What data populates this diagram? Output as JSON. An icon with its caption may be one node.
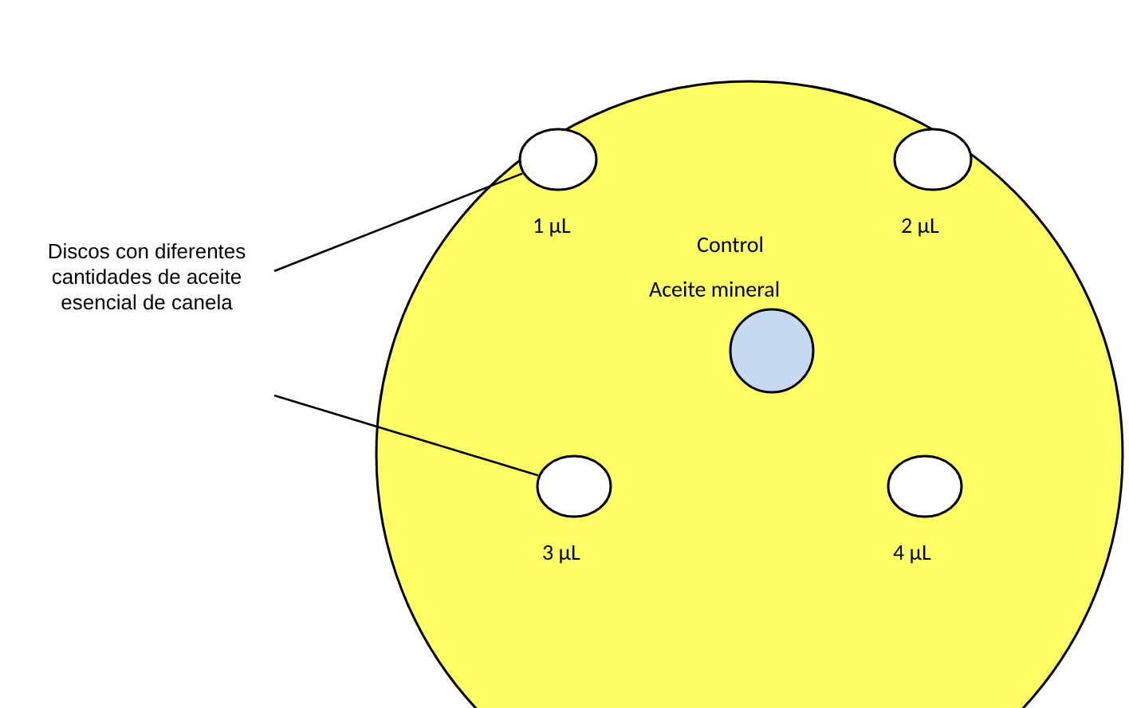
{
  "diagram": {
    "nodes": [
      {
        "text": [
          "Discos con diferentes cantidades de aceite esencial de canela"
        ]
      },
      {
        "text": [],
        "shape": "circle"
      },
      {
        "text": [],
        "shape": "circle",
        "in": 1,
        "beside": [
          "1 μL"
        ]
      },
      {
        "text": [],
        "shape": "circle",
        "in": 1,
        "beside": [
          "2 μL"
        ]
      },
      {
        "text": [],
        "shape": "circle",
        "in": 1,
        "beside": [
          "Control",
          "Aceite mineral"
        ]
      },
      {
        "text": [],
        "shape": "circle",
        "in": 1,
        "beside": [
          "3 μL"
        ]
      },
      {
        "text": [],
        "shape": "circle",
        "in": 1,
        "beside": [
          "4 μL"
        ]
      }
    ],
    "edges": [
      {
        "from": 0,
        "to": 2,
        "arrow": "none"
      },
      {
        "from": 0,
        "to": 5,
        "arrow": "none"
      }
    ]
  }
}
